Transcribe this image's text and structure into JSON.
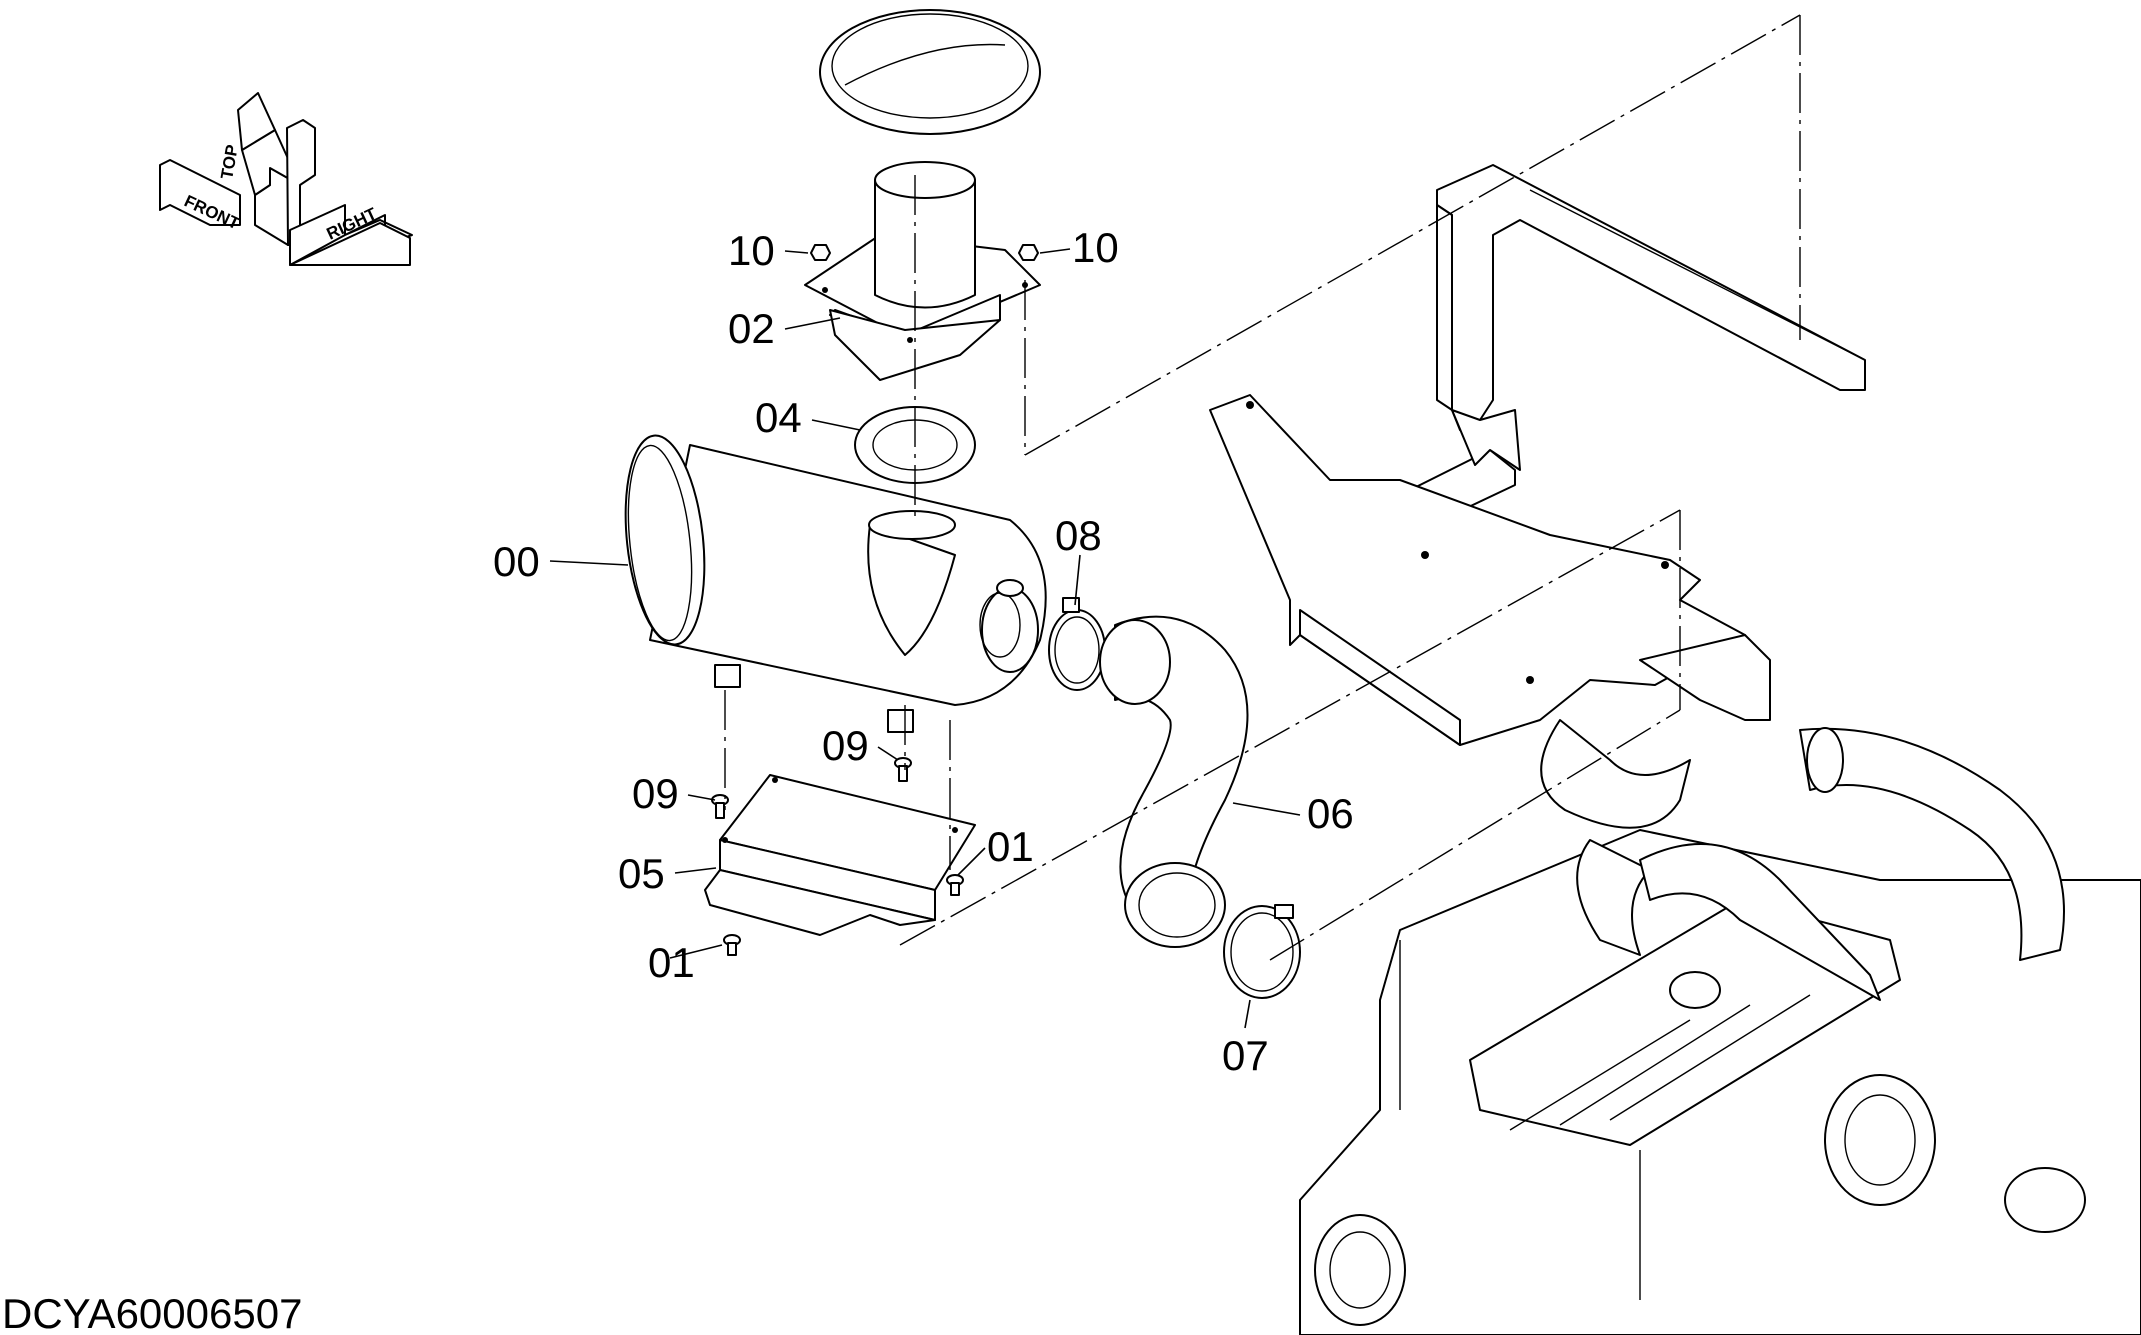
{
  "drawing_id": "DCYA60006507",
  "orientation": {
    "front": "FRONT",
    "top": "TOP",
    "right": "RIGHT"
  },
  "callouts": [
    {
      "id": "c00",
      "label": "00"
    },
    {
      "id": "c01a",
      "label": "01"
    },
    {
      "id": "c01b",
      "label": "01"
    },
    {
      "id": "c02",
      "label": "02"
    },
    {
      "id": "c04",
      "label": "04"
    },
    {
      "id": "c05",
      "label": "05"
    },
    {
      "id": "c06",
      "label": "06"
    },
    {
      "id": "c07",
      "label": "07"
    },
    {
      "id": "c08",
      "label": "08"
    },
    {
      "id": "c09a",
      "label": "09"
    },
    {
      "id": "c09b",
      "label": "09"
    },
    {
      "id": "c10a",
      "label": "10"
    },
    {
      "id": "c10b",
      "label": "10"
    }
  ]
}
